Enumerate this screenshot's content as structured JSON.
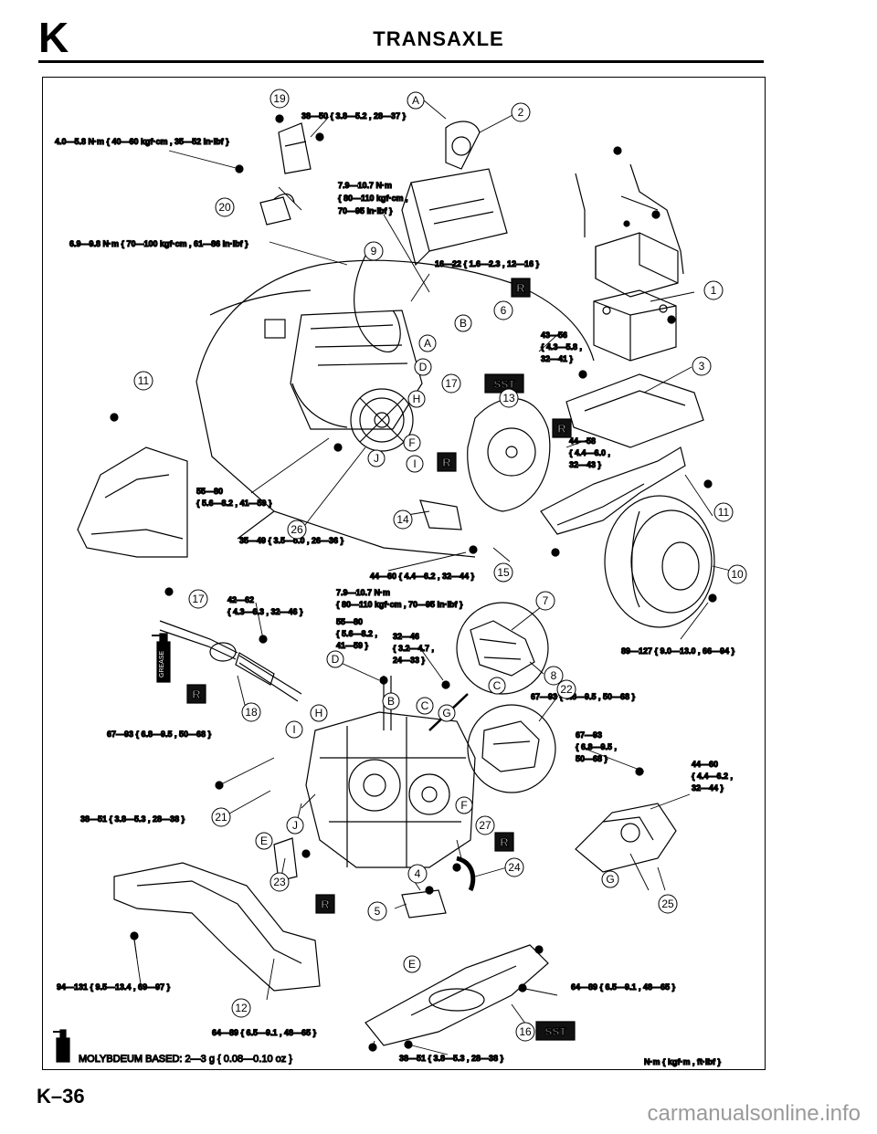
{
  "header": {
    "section_letter": "K",
    "title": "TRANSAXLE"
  },
  "footer": {
    "page_number": "K–36",
    "watermark": "carmanualsonline.info"
  },
  "torques": {
    "t1": "38—50 { 3.8—5.2 , 28—37 }",
    "t2": "4.0—5.8 N·m { 40—60 kgf·cm , 35—52 in·lbf }",
    "t3a": "7.9—10.7 N·m",
    "t3b": "{ 80—110 kgf·cm ,",
    "t3c": "70—95 in·lbf }",
    "t4": "6.9—9.8 N·m { 70—100 kgf·cm , 61—86 in·lbf }",
    "t5": "16—22 { 1.6—2.3 , 12—16 }",
    "t6a": "43—56",
    "t6b": "{ 4.3—5.8 ,",
    "t6c": "32—41 }",
    "t7a": "44—58",
    "t7b": "{ 4.4—6.0 ,",
    "t7c": "32—43 }",
    "t8a": "55—80",
    "t8b": "{ 5.6—8.2 , 41—59 }",
    "t9": "35—49 { 3.5—5.0 , 26—36 }",
    "t10": "44—60 { 4.4—6.2 , 32—44 }",
    "t11a": "42—62",
    "t11b": "{ 4.3—6.3 , 32—46 }",
    "t12a": "7.9—10.7 N·m",
    "t12b": "{ 80—110 kgf·cm , 70—95 in·lbf }",
    "t13a": "55—80",
    "t13b": "{ 5.6—8.2 ,",
    "t13c": "41—59 }",
    "t14a": "32—46",
    "t14b": "{ 3.2—4.7 ,",
    "t14c": "24—33 }",
    "t15": "89—127 { 9.0—13.0 , 66—94 }",
    "t16": "67—93 { 6.8—9.5 , 50—68 }",
    "t17": "67—93 { 6.8—9.5 , 50—68 }",
    "t18a": "67—93",
    "t18b": "{ 6.8—9.5 ,",
    "t18c": "50—68 }",
    "t19a": "44—60",
    "t19b": "{ 4.4—6.2 ,",
    "t19c": "32—44 }",
    "t20": "38—51 { 3.8—5.3 , 28—38 }",
    "t21": "64—89 { 6.5—9.1 , 48—65 }",
    "t22": "94—131 { 9.5—13.4 , 69—97 }",
    "t23": "64—89 { 6.5—9.1 , 48—65 }",
    "t24": "38—51 { 3.8—5.3 , 28—38 }"
  },
  "legend": {
    "grease_note": "MOLYBDEUM BASED: 2—3 g { 0.08—0.10 oz }",
    "units": "N·m { kgf·m , ft·lbf }"
  },
  "callouts": {
    "n1": "1",
    "n2": "2",
    "n3": "3",
    "n4": "4",
    "n5": "5",
    "n6": "6",
    "n7": "7",
    "n8": "8",
    "n9": "9",
    "n10": "10",
    "n11": "11",
    "n12": "12",
    "n13": "13",
    "n14": "14",
    "n15": "15",
    "n16": "16",
    "n17": "17",
    "n18": "18",
    "n19": "19",
    "n20": "20",
    "n21": "21",
    "n22": "22",
    "n23": "23",
    "n24": "24",
    "n25": "25",
    "n26": "26",
    "n27": "27",
    "lA": "A",
    "lB": "B",
    "lC": "C",
    "lD": "D",
    "lE": "E",
    "lF": "F",
    "lG": "G",
    "lH": "H",
    "lI": "I",
    "lJ": "J"
  },
  "badges": {
    "replace": "R",
    "special_tool": "SST"
  },
  "grease_tube_label": "GREASE"
}
